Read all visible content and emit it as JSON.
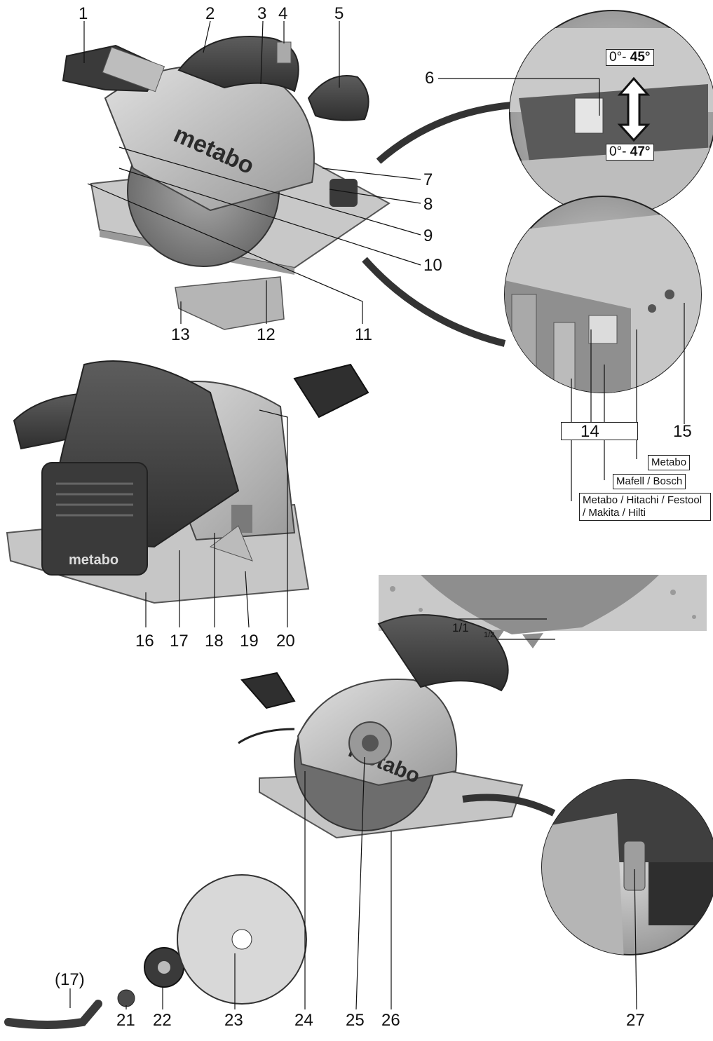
{
  "callouts": {
    "n1": "1",
    "n2": "2",
    "n3": "3",
    "n4": "4",
    "n5": "5",
    "n6": "6",
    "n7": "7",
    "n8": "8",
    "n9": "9",
    "n10": "10",
    "n11": "11",
    "n12": "12",
    "n13": "13",
    "n14": "14",
    "n15": "15",
    "n16": "16",
    "n17": "17",
    "n18": "18",
    "n19": "19",
    "n20": "20",
    "n21": "21",
    "n22": "22",
    "n23": "23",
    "n24": "24",
    "n25": "25",
    "n26": "26",
    "n27": "27",
    "n17_paren": "(17)"
  },
  "bevel_range": {
    "upper_prefix": "0°- ",
    "upper_value": "45°",
    "lower_prefix": "0°- ",
    "lower_value": "47°"
  },
  "guide_rail_labels": {
    "metabo": "Metabo",
    "mafell_bosch": "Mafell / Bosch",
    "multi_brand": "Metabo / Hitachi / Festool / Makita / Hilti"
  },
  "cut_depth": {
    "full": "1/1",
    "half": "1/2"
  },
  "brand": {
    "logo_text": "metabo"
  },
  "colors": {
    "housing": "#4a4a4a",
    "guard": "#b8b8b8",
    "plate": "#c4c4c4",
    "blade": "#8a8a8a"
  }
}
